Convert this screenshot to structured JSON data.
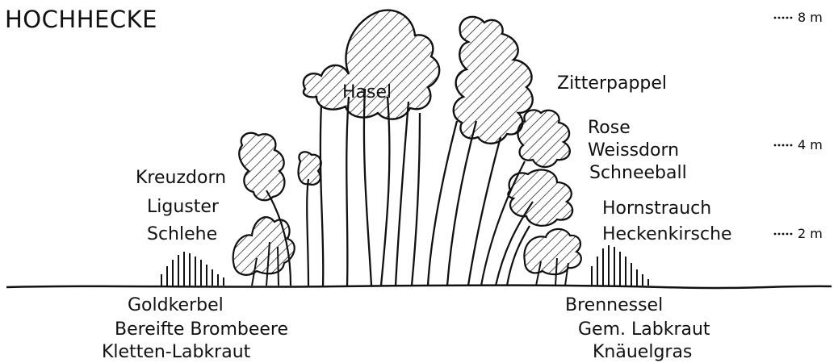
{
  "title": "HOCHHECKE",
  "scale_marks": [
    "8 m",
    "4 m",
    "2 m"
  ],
  "shrubs_left": [
    "Kreuzdorn",
    "Liguster",
    "Schlehe"
  ],
  "shrubs_center": [
    "Hasel",
    "Zitterpappel"
  ],
  "shrubs_right": [
    "Rose",
    "Weissdorn",
    "Schneeball",
    "Hornstrauch",
    "Heckenkirsche"
  ],
  "herbs_left": [
    "Goldkerbel",
    "Bereifte Brombeere",
    "Kletten-Labkraut"
  ],
  "herbs_right": [
    "Brennessel",
    "Gem. Labkraut",
    "Knäuelgras"
  ],
  "colors": {
    "ink": "#111111",
    "background": "#ffffff"
  }
}
